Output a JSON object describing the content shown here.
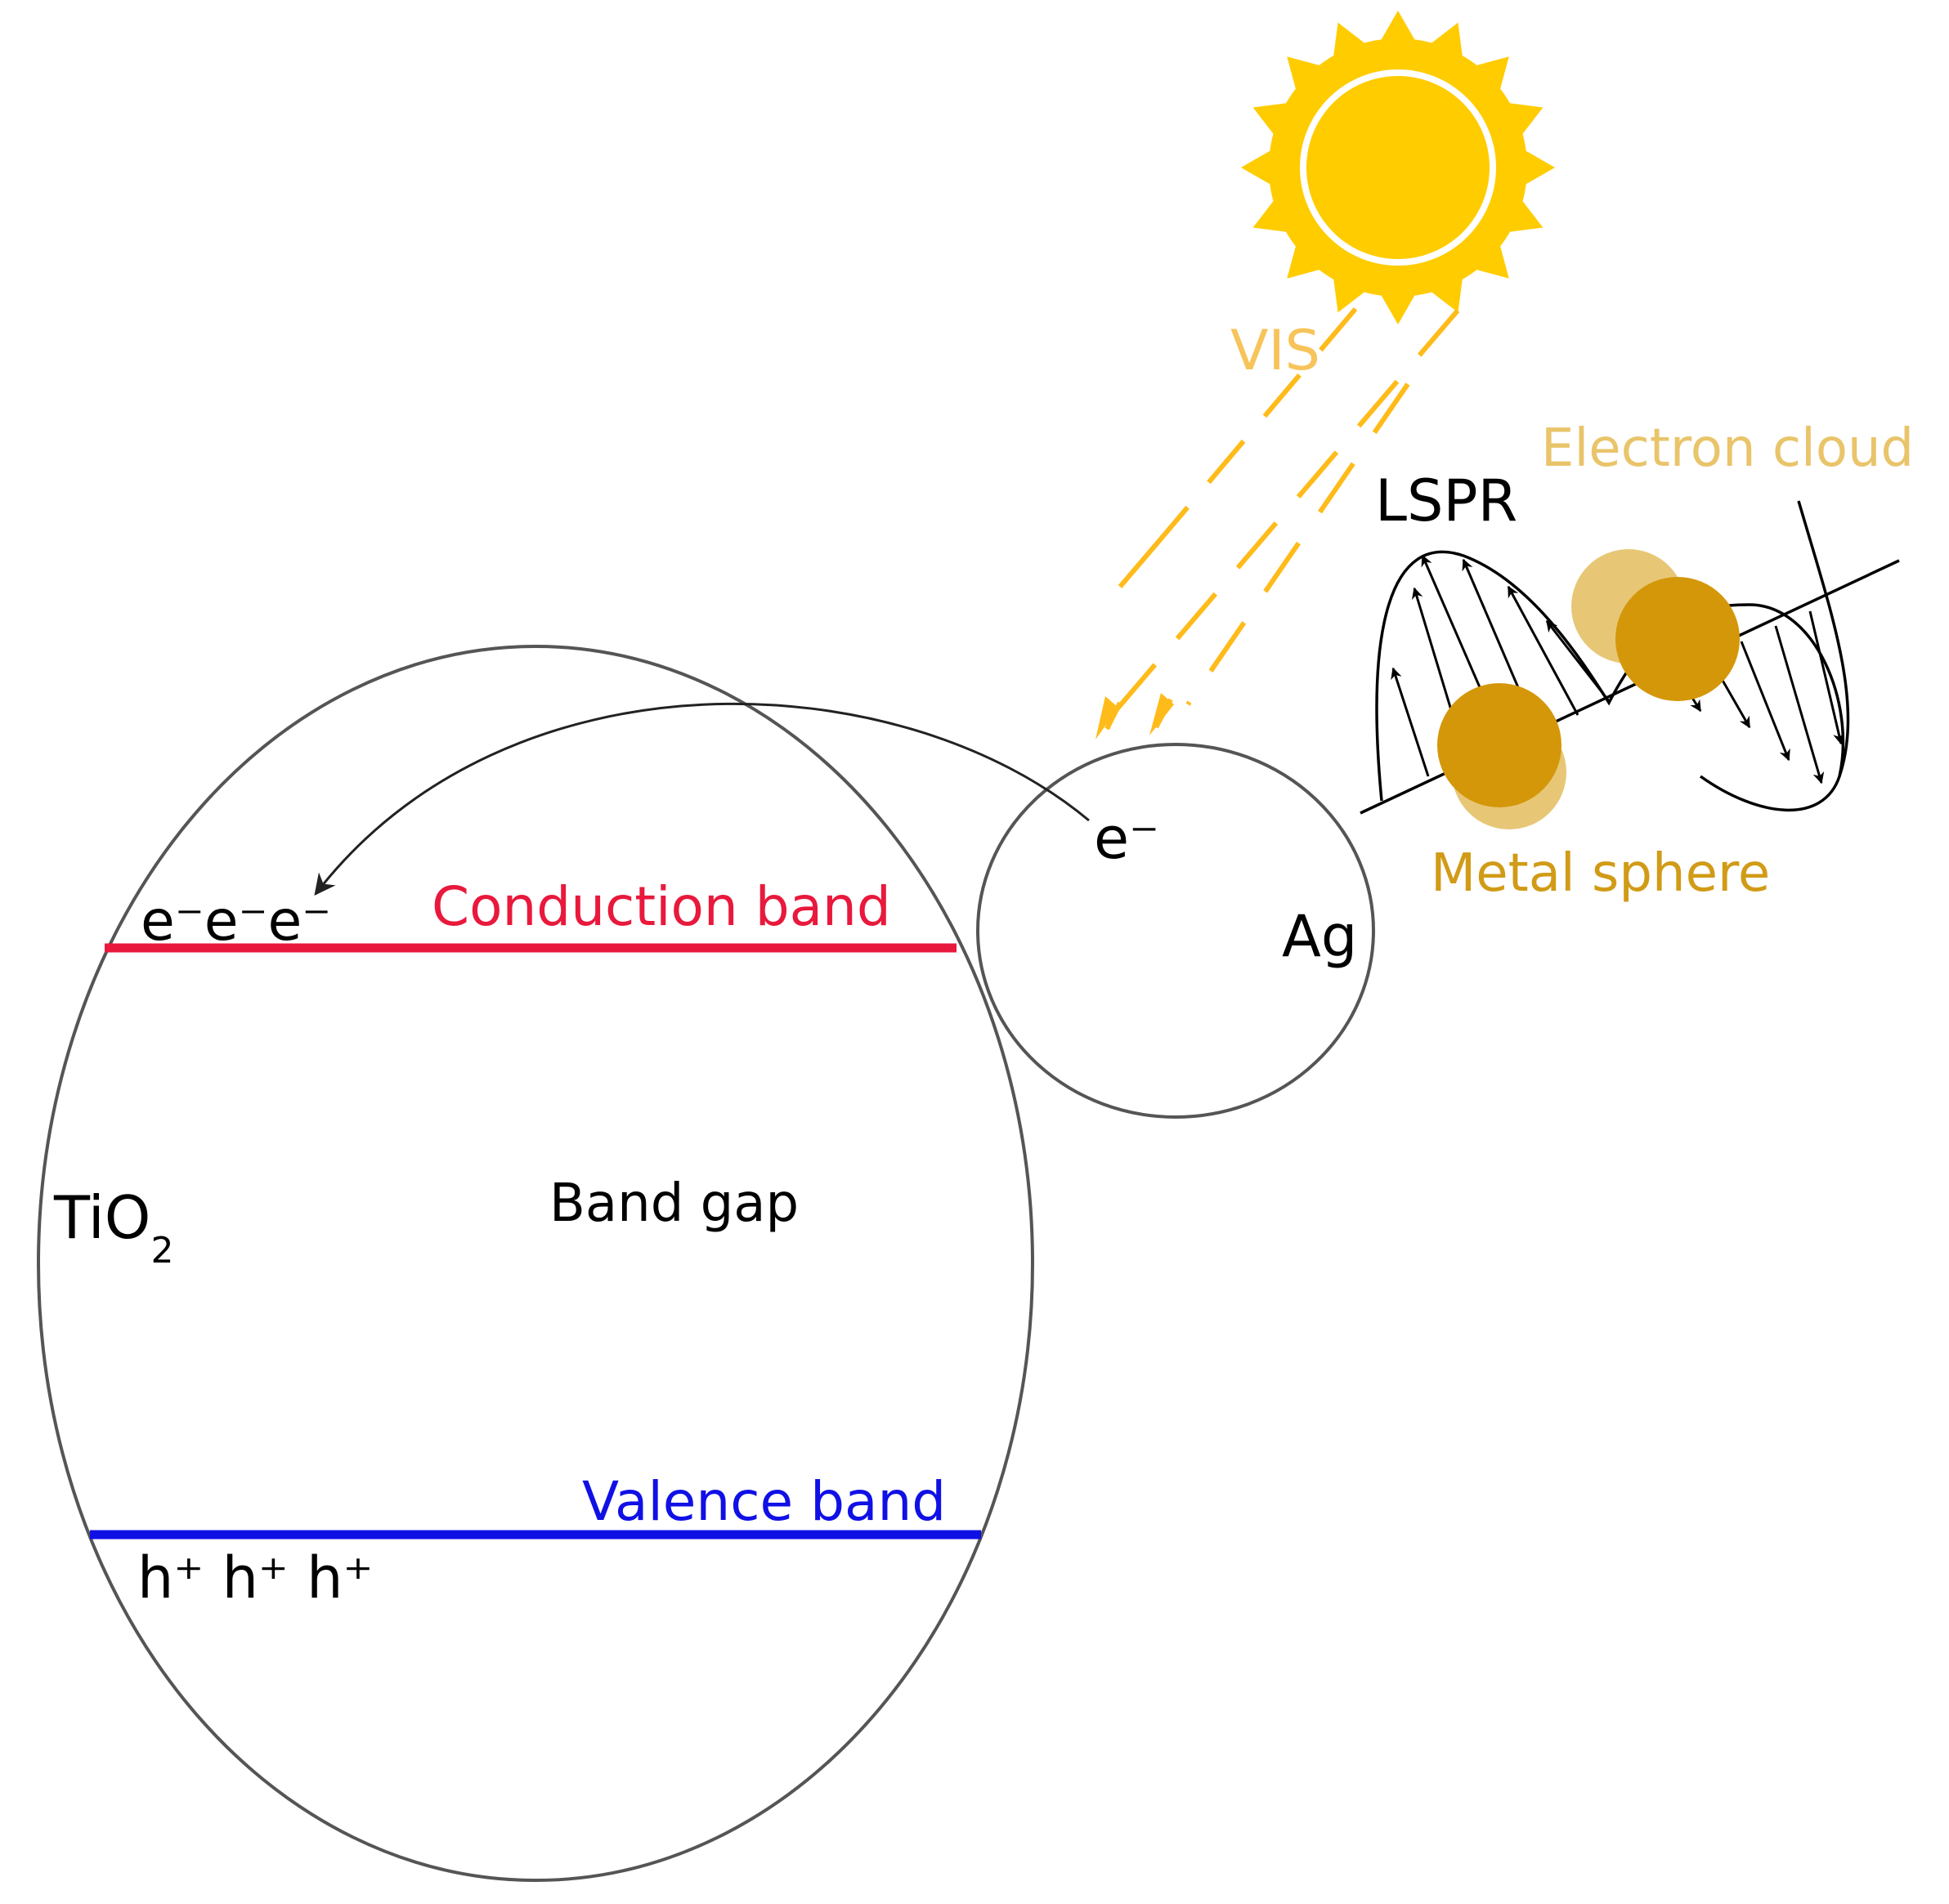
{
  "colors": {
    "background": "#ffffff",
    "outline": "#555555",
    "text": "#000000",
    "conduction": "#e8193c",
    "valence": "#1010e6",
    "sun": "#ffcc00",
    "vis": "#f7c45a",
    "vis_arrow": "#ffbb1a",
    "electron_cloud_text": "#e9c46a",
    "metal_sphere": "#d4970a",
    "metal_sphere_text": "#d19b17",
    "cloud_shadow": "#e3bd5e"
  },
  "labels": {
    "vis": "VIS",
    "electron_cloud": "Electron cloud",
    "lspr": "LSPR",
    "metal_sphere": "Metal sphere",
    "ag": "Ag",
    "ag_electron": "e⁻",
    "conduction_band": "Conduction band",
    "cb_electrons": "e⁻e⁻e⁻",
    "band_gap": "Band gap",
    "tio2_main": "TiO",
    "tio2_sub": "2",
    "valence_band": "Valence band",
    "vb_holes": "h⁺ h⁺ h⁺"
  },
  "icons": [
    "sun-icon",
    "transfer-arrow-icon",
    "vis-light-arrow-icon",
    "field-arrow-icon"
  ]
}
